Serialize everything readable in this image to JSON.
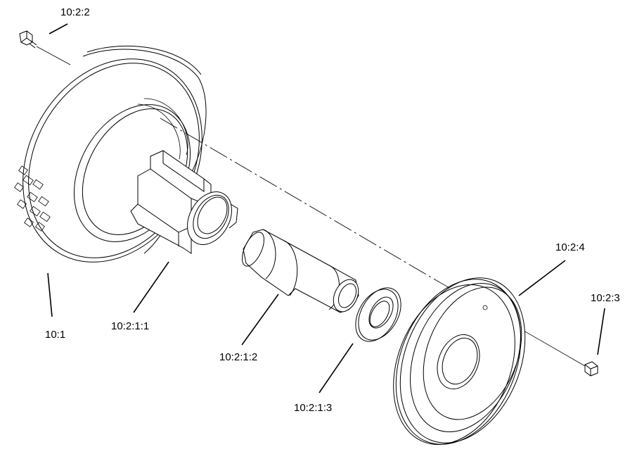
{
  "callouts": {
    "bolt": "10:2:2",
    "tire": "10:1",
    "hub": "10:2:1:1",
    "shaft": "10:2:1:2",
    "washer": "10:2:1:3",
    "rim": "10:2:4",
    "nut": "10:2:3"
  }
}
